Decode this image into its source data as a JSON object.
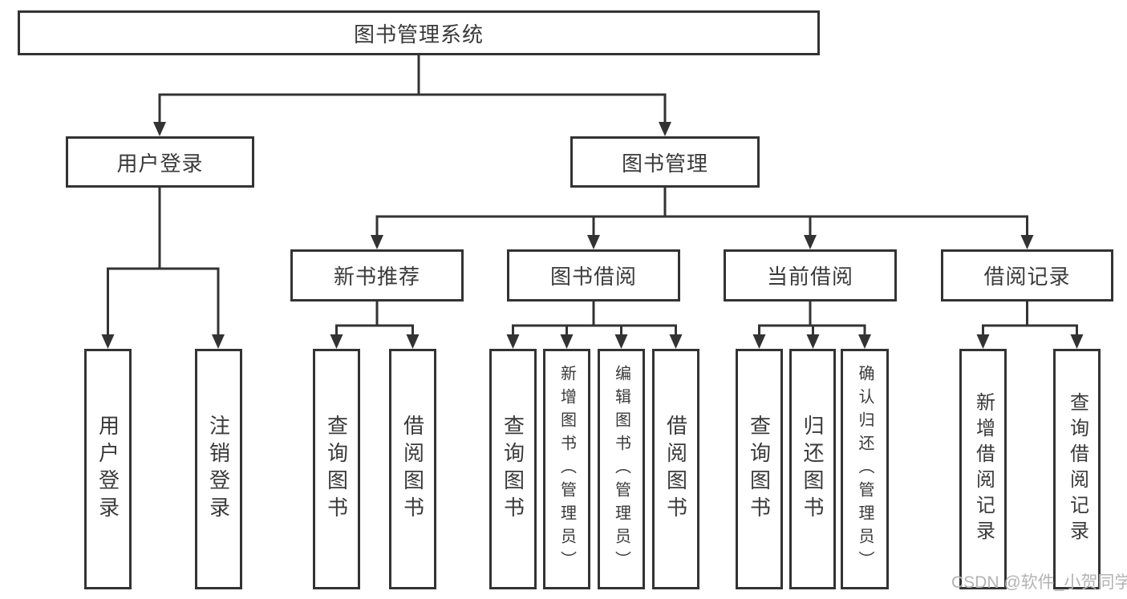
{
  "diagram": {
    "title": "图书管理系统",
    "level2": {
      "login": "用户登录",
      "mgmt": "图书管理"
    },
    "level3": [
      "新书推荐",
      "图书借阅",
      "当前借阅",
      "借阅记录"
    ],
    "leaves": {
      "login": [
        "用户登录",
        "注销登录"
      ],
      "recommend": [
        "查询图书",
        "借阅图书"
      ],
      "borrow": [
        "查询图书",
        "新增图书（管理员）",
        "编辑图书（管理员）",
        "借阅图书"
      ],
      "current": [
        "查询图书",
        "归还图书",
        "确认归还（管理员）"
      ],
      "records": [
        "新增借阅记录",
        "查询借阅记录"
      ]
    },
    "colors": {
      "line": "#333333",
      "text": "#3a3a3a",
      "box_background": "#ffffff"
    }
  },
  "watermark": {
    "text": "CSDN @软件_小贺同学",
    "color": "#b3b3b3"
  }
}
